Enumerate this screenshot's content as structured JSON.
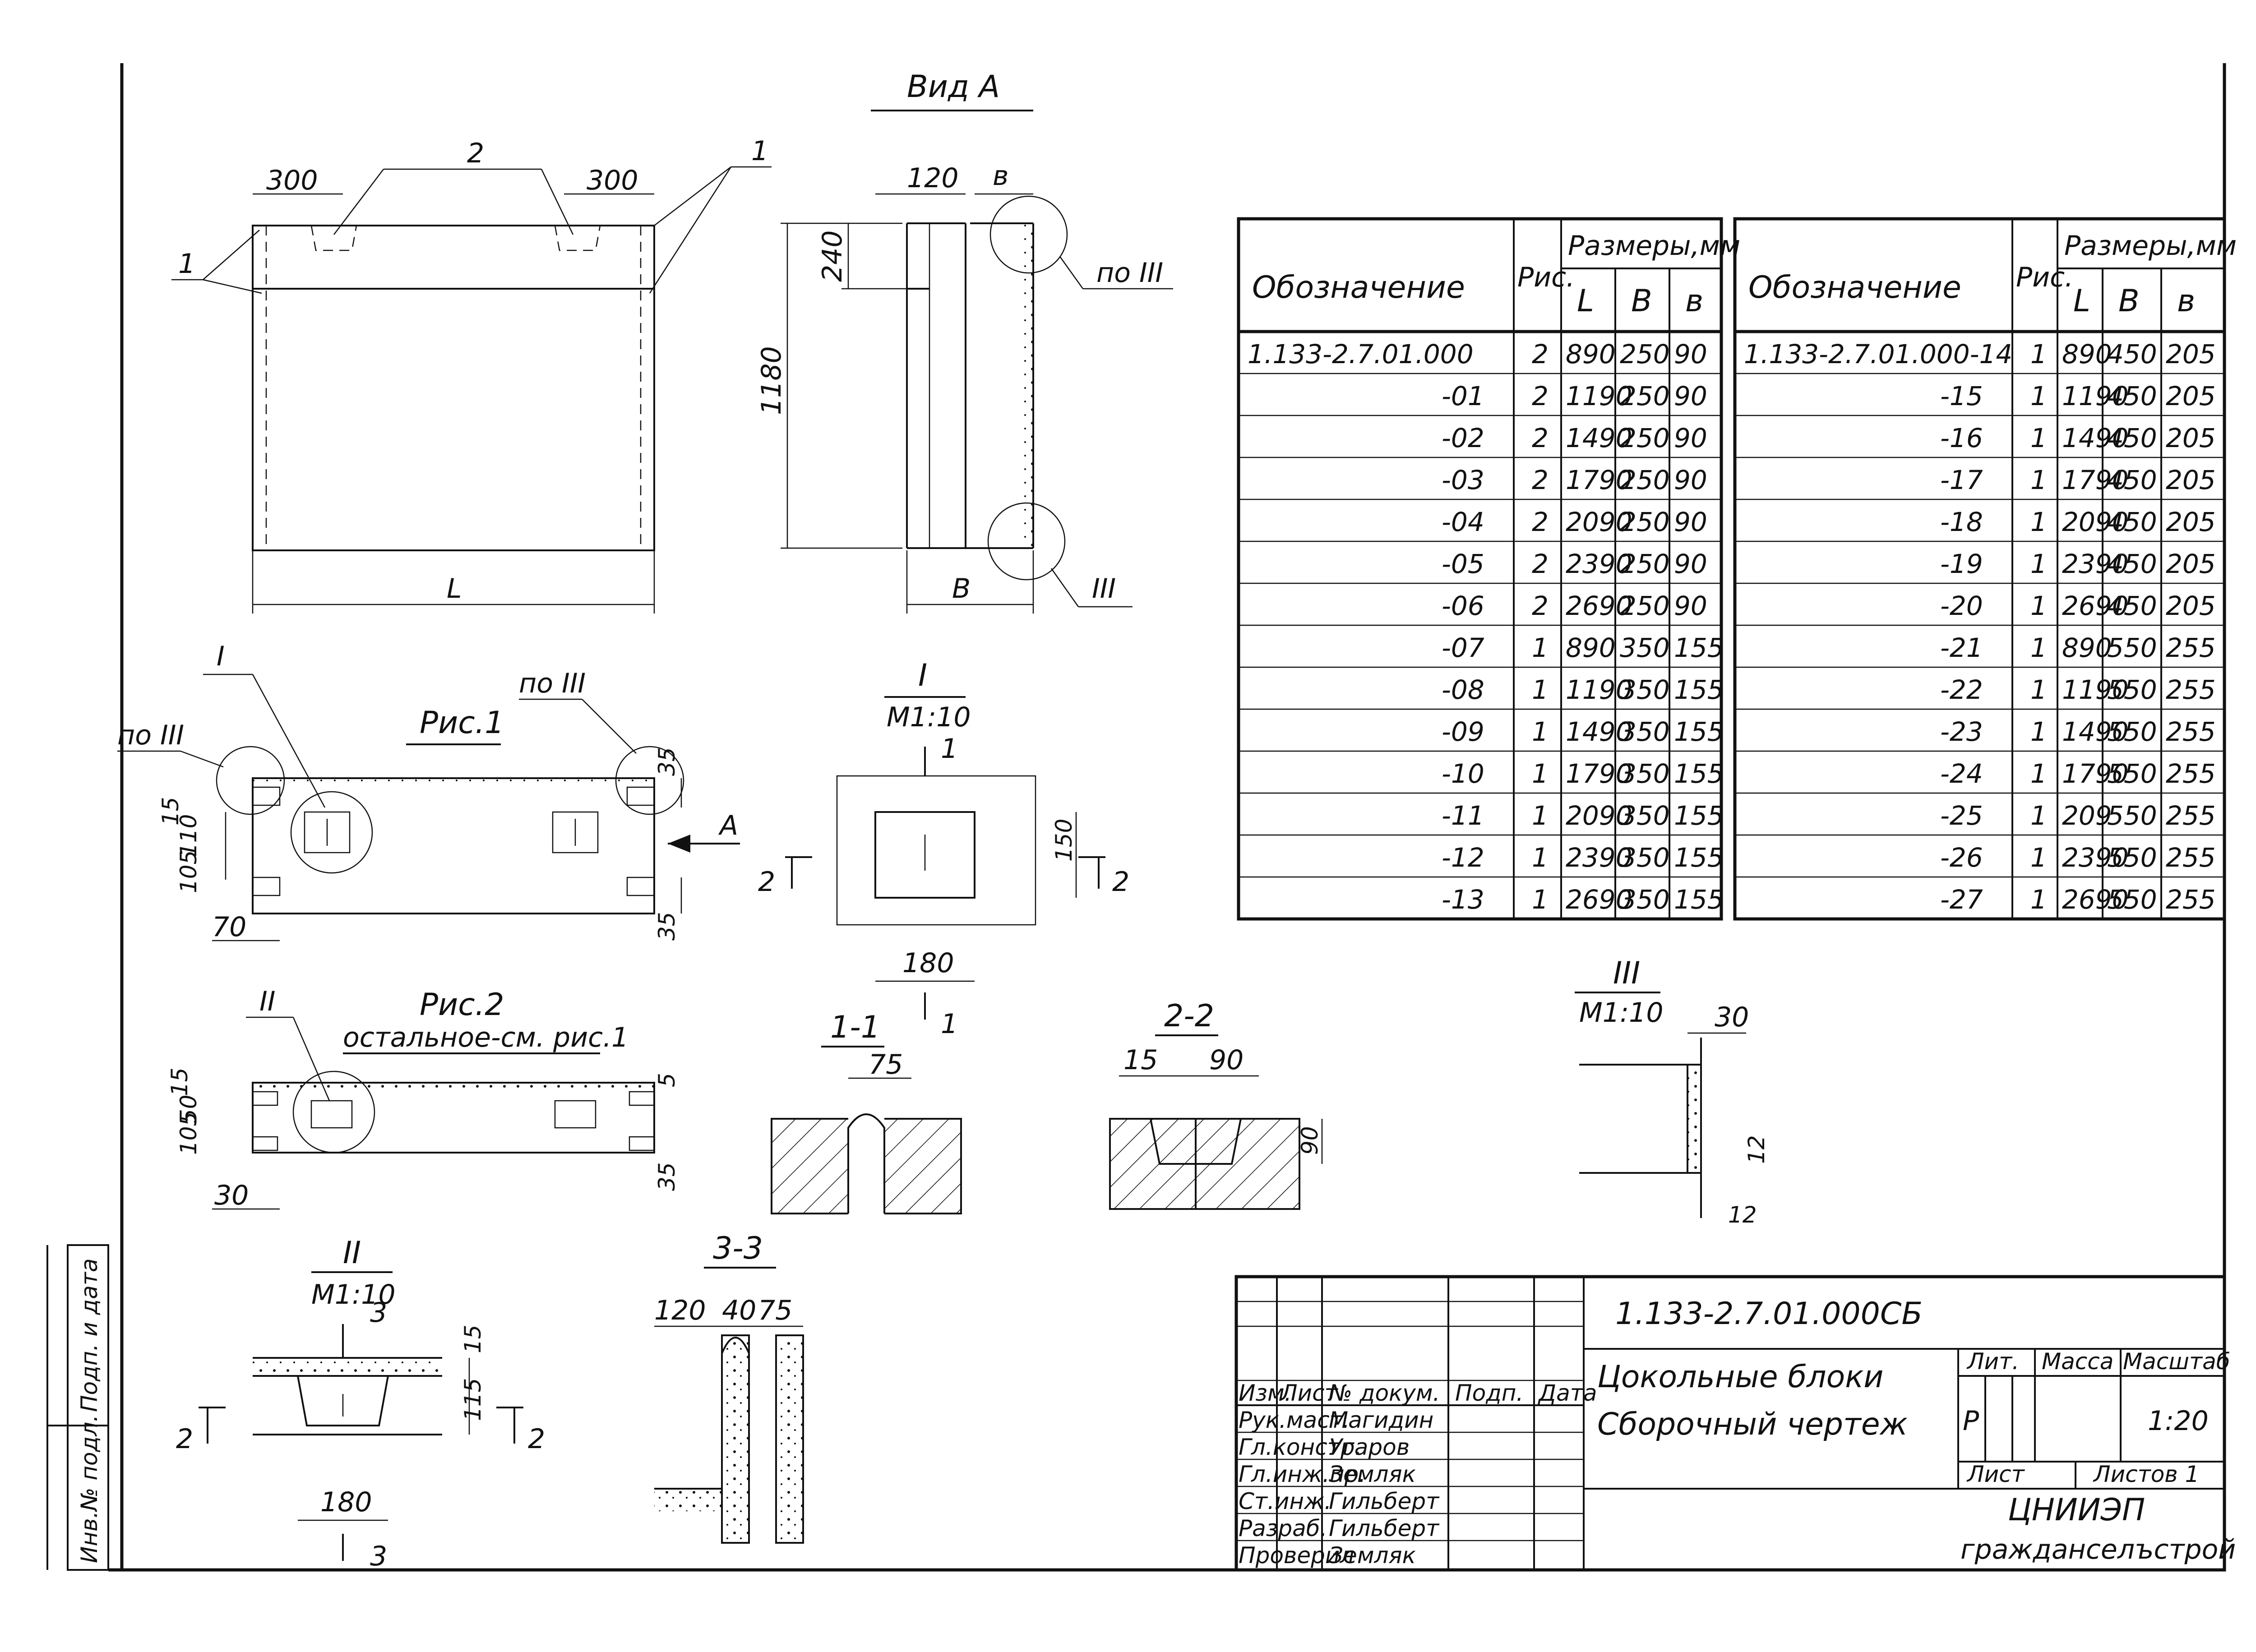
{
  "views": {
    "view_a": "Вид А",
    "fig1": "Рис.1",
    "fig2": "Рис.2",
    "fig2_note": "остальное-см. рис.1",
    "detail_1": "I",
    "detail_2": "II",
    "detail_3": "III",
    "scale_110": "М1:10",
    "section_11": "1-1",
    "section_22": "2-2",
    "section_33": "3-3",
    "ref_po_3": "по III"
  },
  "dims": {
    "d300": "300",
    "d2": "2",
    "d1": "1",
    "dL": "L",
    "d120": "120",
    "db": "в",
    "d240": "240",
    "d1180": "1180",
    "dB": "В",
    "d35": "35",
    "d15": "15",
    "d110": "110",
    "d105": "105",
    "d70": "70",
    "dA": "А",
    "d150": "150",
    "d180": "180",
    "d75": "75",
    "d90": "90",
    "d30": "30",
    "d12": "12",
    "d5": "5",
    "d50": "50",
    "d115": "115",
    "d40": "40",
    "d3": "3"
  },
  "spec_table": {
    "headers": {
      "designation": "Обозначение",
      "fig": "Рис.",
      "sizes": "Размеры,мм",
      "L": "L",
      "B": "В",
      "b": "в"
    },
    "left_rows": [
      {
        "name": "1.133-2.7.01.000",
        "fig": "2",
        "L": "890",
        "B": "250",
        "b": "90"
      },
      {
        "name": "-01",
        "fig": "2",
        "L": "1190",
        "B": "250",
        "b": "90"
      },
      {
        "name": "-02",
        "fig": "2",
        "L": "1490",
        "B": "250",
        "b": "90"
      },
      {
        "name": "-03",
        "fig": "2",
        "L": "1790",
        "B": "250",
        "b": "90"
      },
      {
        "name": "-04",
        "fig": "2",
        "L": "2090",
        "B": "250",
        "b": "90"
      },
      {
        "name": "-05",
        "fig": "2",
        "L": "2390",
        "B": "250",
        "b": "90"
      },
      {
        "name": "-06",
        "fig": "2",
        "L": "2690",
        "B": "250",
        "b": "90"
      },
      {
        "name": "-07",
        "fig": "1",
        "L": "890",
        "B": "350",
        "b": "155"
      },
      {
        "name": "-08",
        "fig": "1",
        "L": "1190",
        "B": "350",
        "b": "155"
      },
      {
        "name": "-09",
        "fig": "1",
        "L": "1490",
        "B": "350",
        "b": "155"
      },
      {
        "name": "-10",
        "fig": "1",
        "L": "1790",
        "B": "350",
        "b": "155"
      },
      {
        "name": "-11",
        "fig": "1",
        "L": "2090",
        "B": "350",
        "b": "155"
      },
      {
        "name": "-12",
        "fig": "1",
        "L": "2390",
        "B": "350",
        "b": "155"
      },
      {
        "name": "-13",
        "fig": "1",
        "L": "2690",
        "B": "350",
        "b": "155"
      }
    ],
    "right_rows": [
      {
        "name": "1.133-2.7.01.000-14",
        "fig": "1",
        "L": "890",
        "B": "450",
        "b": "205"
      },
      {
        "name": "-15",
        "fig": "1",
        "L": "1190",
        "B": "450",
        "b": "205"
      },
      {
        "name": "-16",
        "fig": "1",
        "L": "1490",
        "B": "450",
        "b": "205"
      },
      {
        "name": "-17",
        "fig": "1",
        "L": "1790",
        "B": "450",
        "b": "205"
      },
      {
        "name": "-18",
        "fig": "1",
        "L": "2090",
        "B": "450",
        "b": "205"
      },
      {
        "name": "-19",
        "fig": "1",
        "L": "2390",
        "B": "450",
        "b": "205"
      },
      {
        "name": "-20",
        "fig": "1",
        "L": "2690",
        "B": "450",
        "b": "205"
      },
      {
        "name": "-21",
        "fig": "1",
        "L": "890",
        "B": "550",
        "b": "255"
      },
      {
        "name": "-22",
        "fig": "1",
        "L": "1190",
        "B": "550",
        "b": "255"
      },
      {
        "name": "-23",
        "fig": "1",
        "L": "1490",
        "B": "550",
        "b": "255"
      },
      {
        "name": "-24",
        "fig": "1",
        "L": "1790",
        "B": "550",
        "b": "255"
      },
      {
        "name": "-25",
        "fig": "1",
        "L": "209",
        "B": "550",
        "b": "255"
      },
      {
        "name": "-26",
        "fig": "1",
        "L": "2390",
        "B": "550",
        "b": "255"
      },
      {
        "name": "-27",
        "fig": "1",
        "L": "2690",
        "B": "550",
        "b": "255"
      }
    ]
  },
  "title_block": {
    "doc_code": "1.133-2.7.01.000СБ",
    "name_line1": "Цокольные блоки",
    "name_line2": "Сборочный чертеж",
    "col_izm": "Изм.",
    "col_list": "Лист",
    "col_doc": "№ докум.",
    "col_sign": "Подп.",
    "col_date": "Дата",
    "lit_label": "Лит.",
    "mass_label": "Масса",
    "scale_label": "Масштаб",
    "lit_value": "Р",
    "scale_value": "1:20",
    "sheet_label": "Лист",
    "sheets_label": "Листов 1",
    "org_line1": "ЦНИИЭП",
    "org_line2": "гражданселъстрой",
    "people": [
      {
        "role": "Рук.маст.",
        "name": "Магидин"
      },
      {
        "role": "Гл.констр.",
        "name": "Угаров"
      },
      {
        "role": "Гл.инж.пр.",
        "name": "Земляк"
      },
      {
        "role": "Ст.инж.",
        "name": "Гильберт"
      },
      {
        "role": "Разраб.",
        "name": "Гильберт"
      },
      {
        "role": "Проверил",
        "name": "Земляк"
      }
    ]
  },
  "side_stamp": {
    "sign_date": "Подп. и дата",
    "inv_no": "Инв.№ подл."
  }
}
